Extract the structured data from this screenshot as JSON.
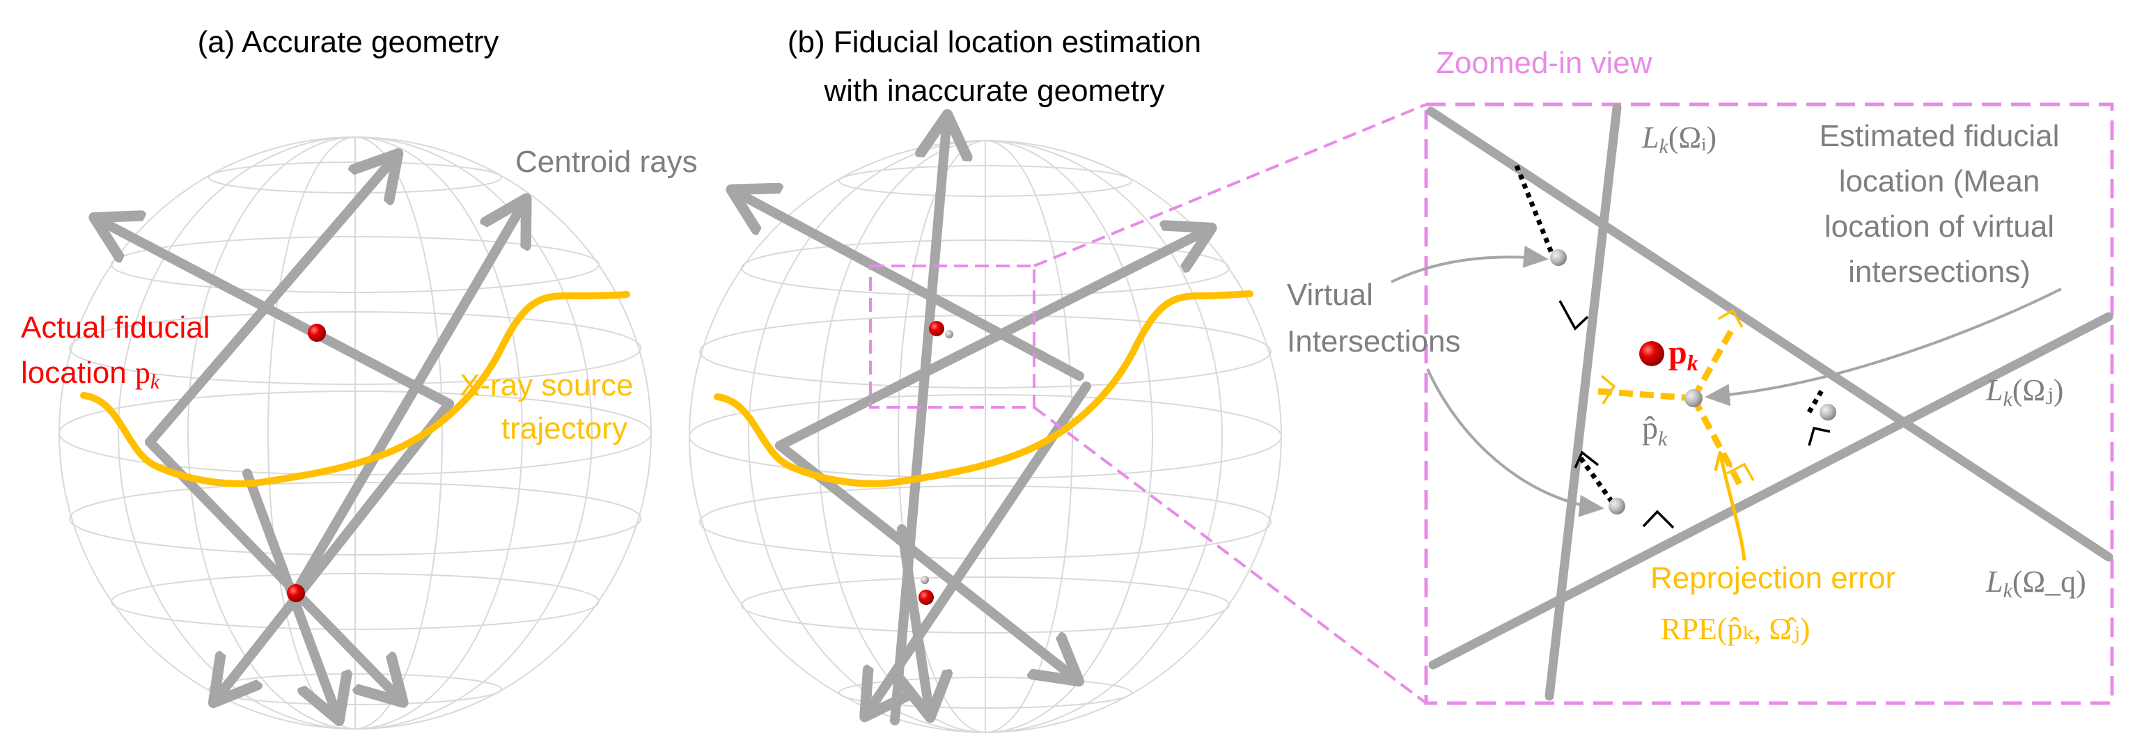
{
  "panels": {
    "a_title": "(a) Accurate geometry",
    "b_title_line1": "(b) Fiducial location estimation",
    "b_title_line2": "with inaccurate geometry",
    "zoom_title": "Zoomed-in view"
  },
  "labels": {
    "centroid_rays": "Centroid rays",
    "actual_fiducial_line1": "Actual fiducial",
    "actual_fiducial_line2": "location",
    "actual_fiducial_symbol": "p",
    "actual_fiducial_sub": "k",
    "xray_line1": "X-ray source",
    "xray_line2": "trajectory",
    "virtual_line1": "Virtual",
    "virtual_line2": "Intersections",
    "estimated_line1": "Estimated fiducial",
    "estimated_line2": "location (Mean",
    "estimated_line3": "location of virtual",
    "estimated_line4": "intersections)",
    "pk_symbol": "p",
    "pk_sub": "k",
    "phat_symbol": "p̂",
    "phat_sub": "k",
    "reproj_line1": "Reprojection error",
    "reproj_line2": "RPE(p̂ₖ, Ω̂ⱼ)",
    "L_symbol": "L",
    "L_sub": "k",
    "omega_i": "(Ωᵢ)",
    "omega_j": "(Ωⱼ)",
    "omega_q": "(Ω_q)"
  },
  "colors": {
    "ray_gray": "#a6a6a6",
    "label_gray": "#7f7f7f",
    "trajectory_gold": "#ffc000",
    "fiducial_red": "#e60000",
    "zoom_pink": "#e88be8",
    "sphere_grid": "#d9d9d9"
  }
}
